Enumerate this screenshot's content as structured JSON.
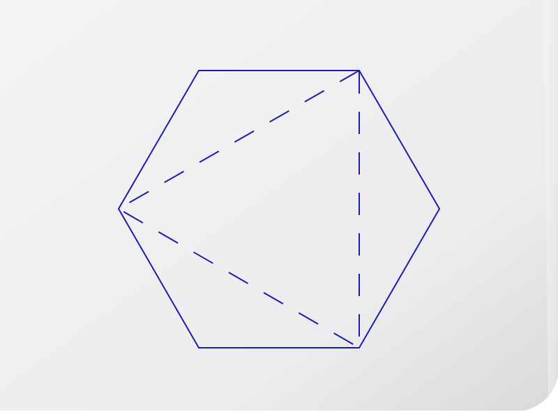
{
  "diagram": {
    "type": "hexagon-with-inscribed-triangle",
    "stroke_color": "#1c1cab",
    "paper_color": "#f4f4f5",
    "hexagon_sides": 6,
    "triangle_style": "dashed"
  }
}
